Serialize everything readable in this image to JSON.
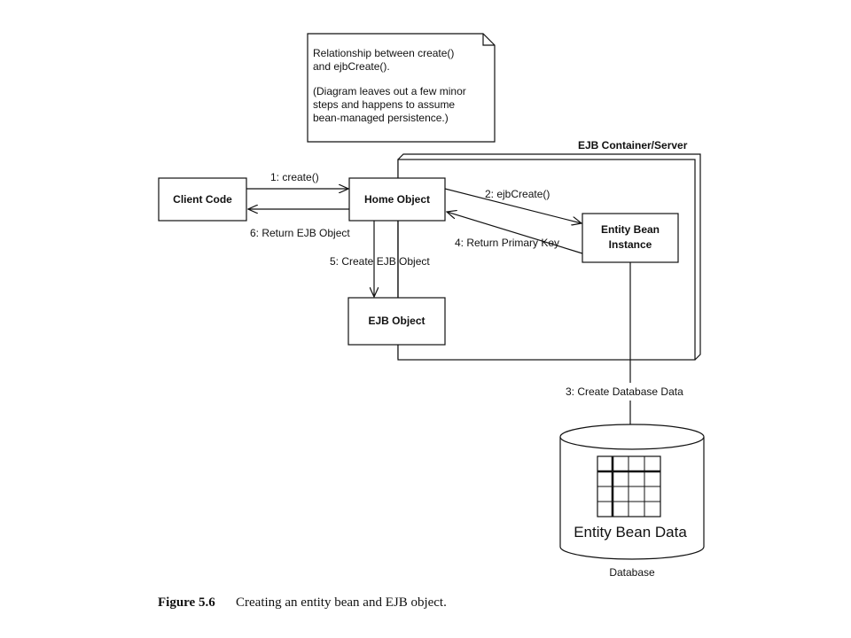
{
  "note": {
    "line1": "Relationship between create()",
    "line2": "and ejbCreate().",
    "line3": "(Diagram leaves out a few minor",
    "line4": "steps and happens to assume",
    "line5": "bean-managed persistence.)"
  },
  "container": {
    "label": "EJB Container/Server"
  },
  "boxes": {
    "client": "Client Code",
    "home": "Home Object",
    "entity_line1": "Entity Bean",
    "entity_line2": "Instance",
    "ejb_object": "EJB Object"
  },
  "messages": {
    "m1": "1: create()",
    "m2": "2: ejbCreate()",
    "m3": "3: Create Database Data",
    "m4": "4: Return Primary Key",
    "m5": "5: Create EJB Object",
    "m6": "6: Return EJB Object"
  },
  "database": {
    "inner_label": "Entity Bean Data",
    "label": "Database"
  },
  "caption": {
    "figure": "Figure 5.6",
    "text": "Creating an entity bean and EJB object."
  }
}
